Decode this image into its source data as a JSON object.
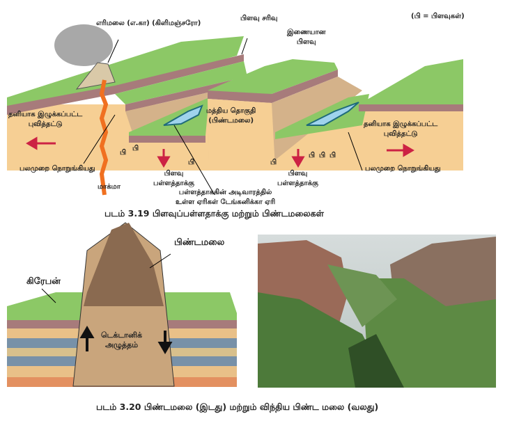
{
  "figure1": {
    "labels": {
      "volcano": "எரிமலை (எ.கா) (கிளிமஞ்சரோ)",
      "fault_scarp": "பிளவு சரிவு",
      "legend": "(பி = பிளவுகள்)",
      "parallel_fault_1": "இணையான",
      "parallel_fault_2": "பிளவு",
      "isolated_plate_left_1": "தனியாக இழுக்கப்பட்ட",
      "isolated_plate_left_2": "புவித்தட்டு",
      "middle_block_1": "மத்திய தொகுதி",
      "middle_block_2": "(பிண்டமலை)",
      "isolated_plate_right_1": "தனியாக இழுக்கப்பட்ட",
      "isolated_plate_right_2": "புவித்தட்டு",
      "fault_abbr": "பி",
      "shattered_left": "பலமுறை நொறுங்கியது",
      "shattered_right": "பலமுறை நொறுங்கியது",
      "rift_valley_1": "பிளவு",
      "rift_valley_2": "பள்ளத்தாக்கு",
      "magma": "மாக்மா",
      "lake_1": "பள்ளத்தாக்கின் அடிவாரத்தில்",
      "lake_2": "உள்ள ஏரிகள் டேங்கனிக்கா ஏரி"
    },
    "caption": "படம் 3.19  பிளவுப்பள்ளதாக்கு மற்றும் பிண்டமலைகள்"
  },
  "figure2": {
    "labels": {
      "horst": "பிண்டமலை",
      "graben": "கிரேபன்",
      "tectonic_1": "டெக்டானிக்",
      "tectonic_2": "அழுத்தம்"
    },
    "caption": "படம் 3.20  பிண்டமலை (இடது) மற்றும் விந்திய பிண்ட மலை (வலது)"
  },
  "colors": {
    "grass": "#8cc866",
    "rock": "#a77b7b",
    "soil": "#f6cf94",
    "water": "#9fd3ec",
    "magma": "#f07020",
    "arrow": "#cc2244"
  }
}
